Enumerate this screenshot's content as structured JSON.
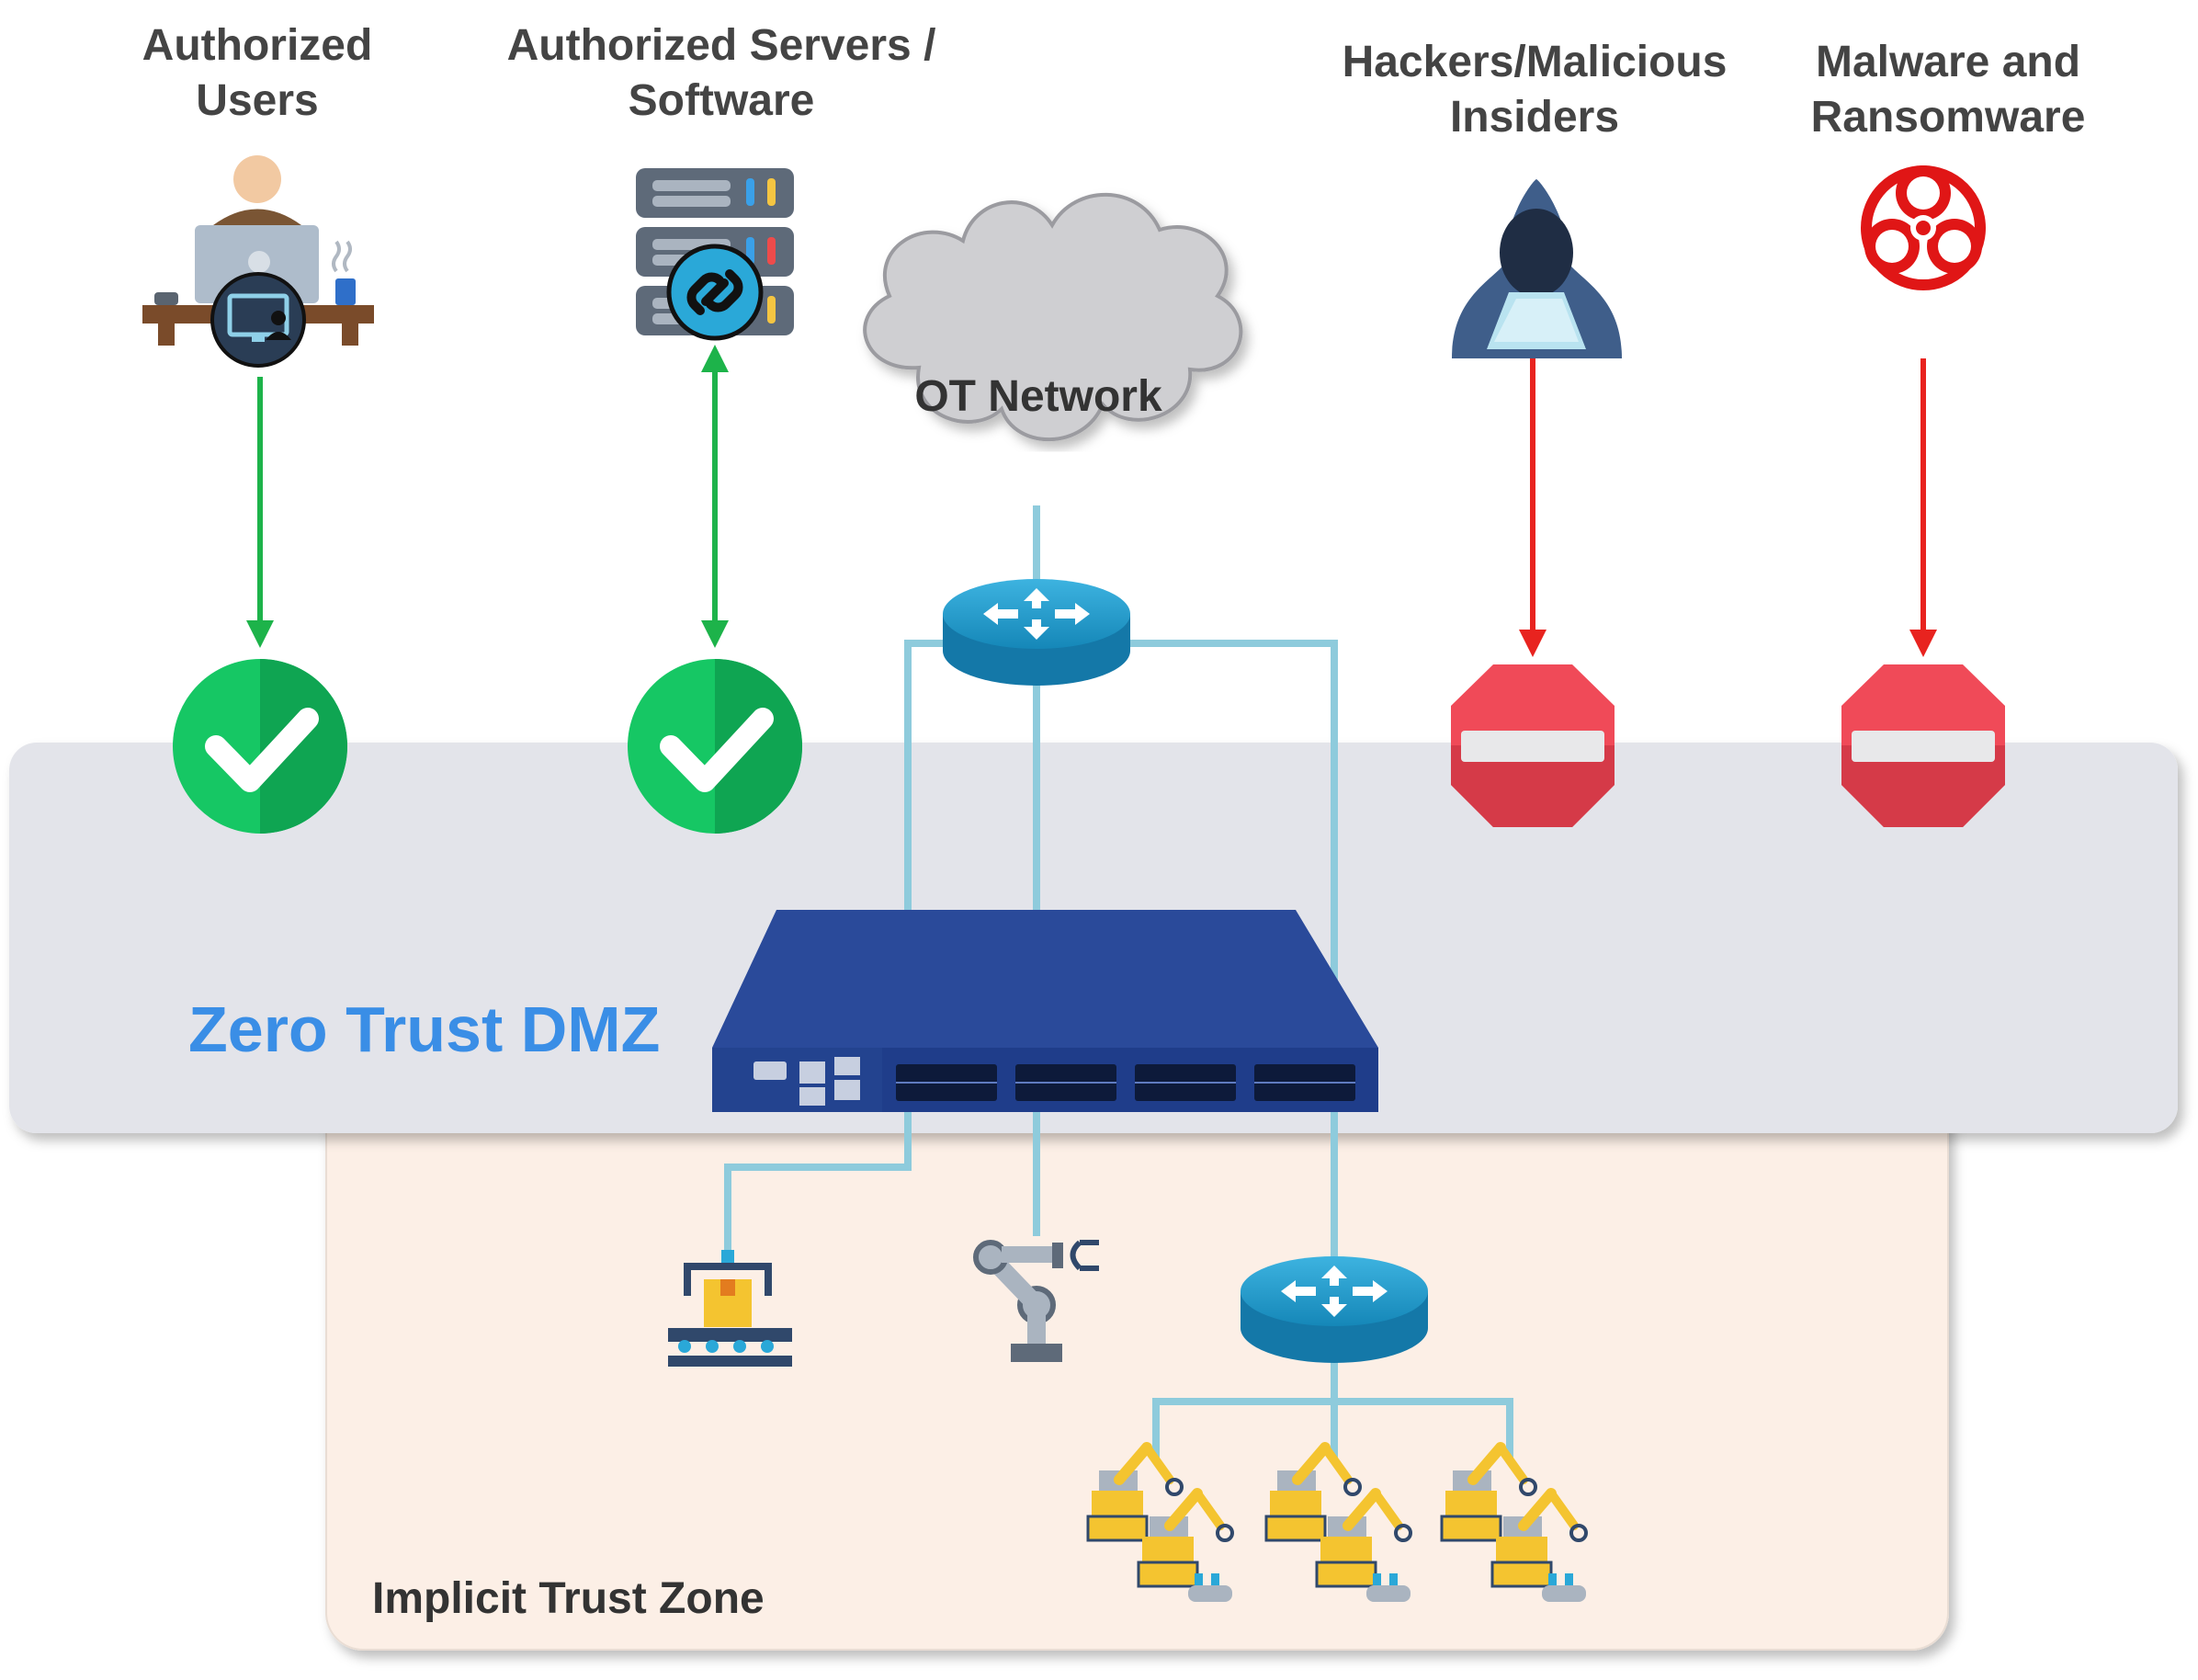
{
  "actors": {
    "authorized_users": "Authorized Users",
    "authorized_servers": "Authorized Servers / Software",
    "hackers": "Hackers/Malicious Insiders",
    "malware": "Malware and Ransomware"
  },
  "network": {
    "ot_network": "OT Network"
  },
  "zones": {
    "dmz": "Zero Trust DMZ",
    "implicit": "Implicit Trust Zone"
  },
  "colors": {
    "allowed_arrow": "#1db34a",
    "blocked_arrow": "#e8231f",
    "link_line": "#8ecbdc",
    "dmz_band": "#e3e4ea",
    "implicit_zone": "#fcefe6",
    "dmz_title": "#3a8ee6",
    "appliance": "#1f3d8a",
    "router": "#1b93c8",
    "check": "#0fb356",
    "stop": "#e8424f",
    "biohazard": "#e01616"
  },
  "icons": {
    "user": "user-at-desk-icon",
    "server": "server-rack-link-icon",
    "cloud": "cloud-icon",
    "router": "router-icon",
    "check": "check-circle-icon",
    "stop": "stop-sign-icon",
    "hacker": "hooded-hacker-icon",
    "malware": "biohazard-icon",
    "appliance": "dmz-appliance-icon",
    "conveyor": "conveyor-machine-icon",
    "robot_arm": "robot-arm-icon",
    "factory_robots": "factory-robots-icon"
  }
}
